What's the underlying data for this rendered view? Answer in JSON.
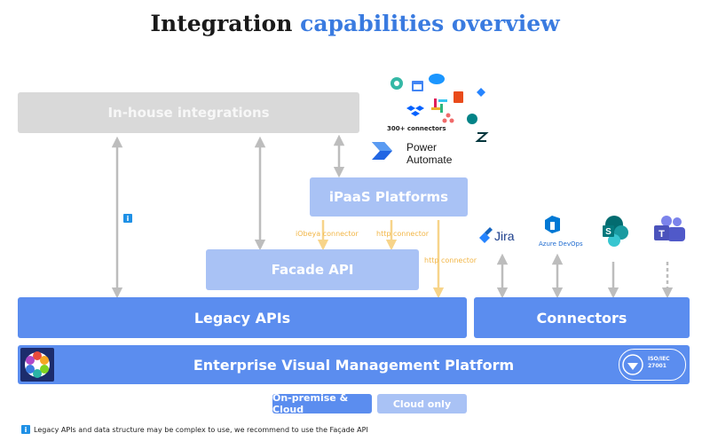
{
  "title": {
    "main": "Integration",
    "accent": "capabilities overview"
  },
  "boxes": {
    "inhouse": "In-house integrations",
    "ipaas": "iPaaS Platforms",
    "facade": "Facade API",
    "legacy": "Legacy APIs",
    "connectors": "Connectors",
    "platform": "Enterprise Visual Management Platform"
  },
  "arrow_labels": {
    "iobeya_connector": "iObeya connector",
    "http_connector_1": "http connector",
    "http_connector_2": "http connector"
  },
  "power_automate": {
    "count": "300+ connectors",
    "line1": "Power",
    "line2": "Automate"
  },
  "connector_apps": {
    "jira": "Jira",
    "devops": "Azure DevOps"
  },
  "iso_badge": {
    "line1": "ISO/IEC",
    "line2": "27001"
  },
  "legend": {
    "on_prem": "On-premise & Cloud",
    "cloud": "Cloud only"
  },
  "info_icon": "i",
  "footnote": "Legacy APIs and data structure may be complex to use, we recommend to use the Façade API",
  "colors": {
    "primary": "#5b8def",
    "secondary": "#a9c2f5",
    "muted": "#d9d9d9",
    "accent_title": "#3a7be0",
    "connector_arrow": "#f7d48a",
    "gray_arrow": "#bdbdbd"
  }
}
